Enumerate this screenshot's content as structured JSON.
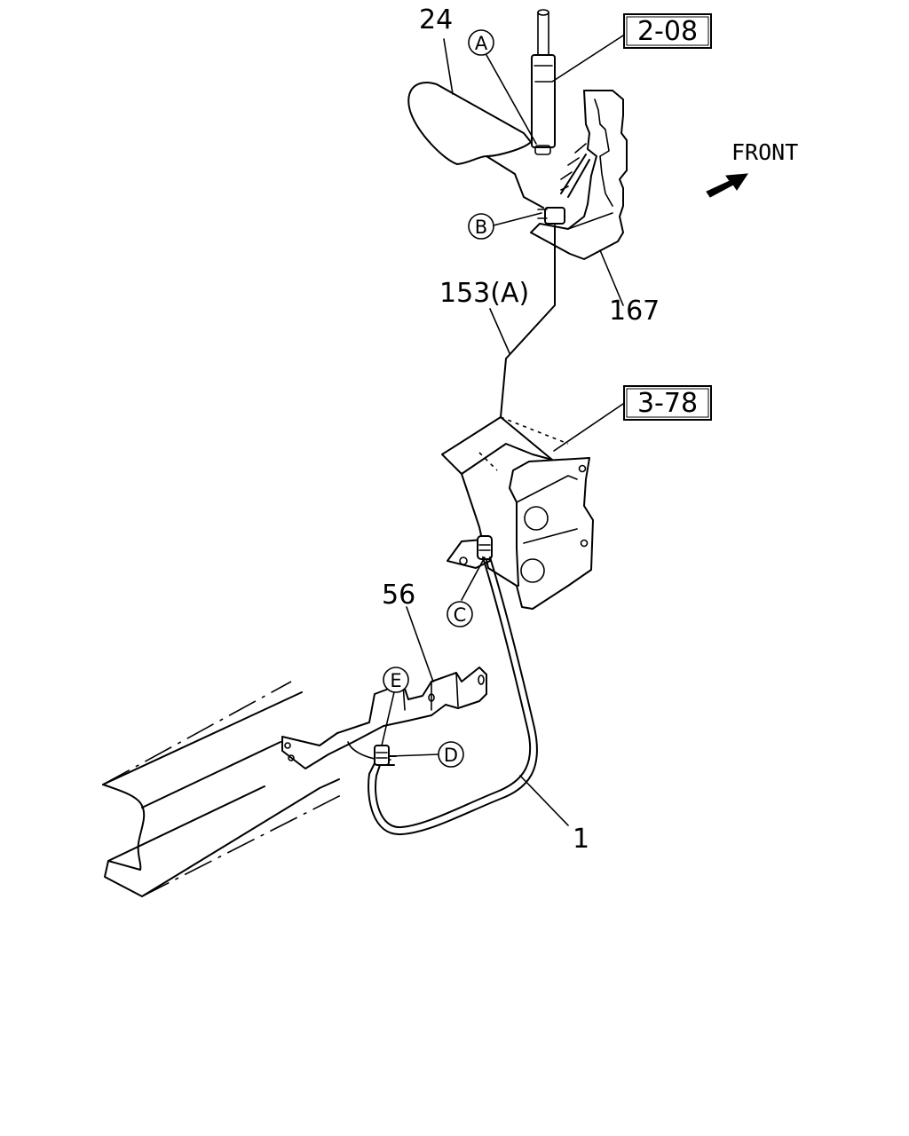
{
  "diagram": {
    "part_labels": {
      "p24": "24",
      "p153a": "153(A)",
      "p167": "167",
      "p56": "56",
      "p1": "1"
    },
    "reference_boxes": {
      "ref_top": "2-08",
      "ref_mid": "3-78"
    },
    "callouts": {
      "a": "A",
      "b": "B",
      "c": "C",
      "d": "D",
      "e": "E"
    },
    "direction": {
      "label": "FRONT",
      "icon": "front-arrow-icon"
    }
  }
}
